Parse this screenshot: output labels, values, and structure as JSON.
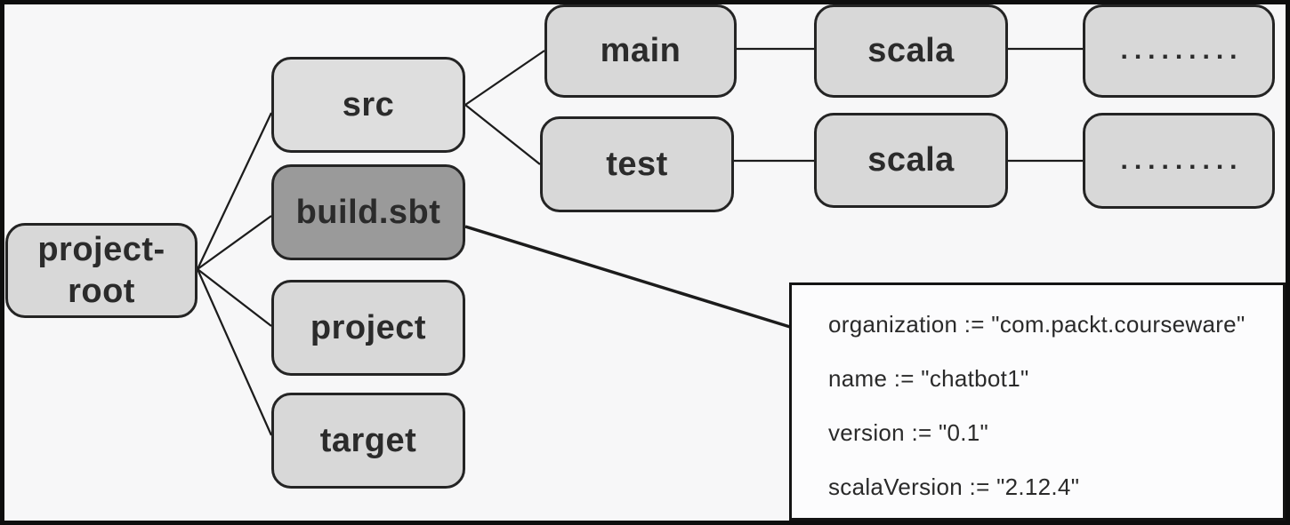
{
  "diagram": {
    "title_semantic": "sbt project directory structure",
    "nodes": {
      "project_root": "project-root",
      "src": "src",
      "build_sbt": "build.sbt",
      "project": "project",
      "target": "target",
      "main": "main",
      "test": "test",
      "scala_main": "scala",
      "scala_test": "scala",
      "dots_main": ".........",
      "dots_test": "........."
    },
    "code_box": {
      "lines": [
        "organization := \"com.packt.courseware\"",
        "name := \"chatbot1\"",
        "version := \"0.1\"",
        "scalaVersion := \"2.12.4\""
      ]
    },
    "colors": {
      "background": "#f7f7f8",
      "node_fill": "#d8d8d8",
      "src_fill": "#dedede",
      "highlight_fill": "#9a9a9a",
      "node_border": "#242424",
      "edge_stroke": "#1c1c1c",
      "code_box_fill": "#fcfcfd",
      "frame_border": "#0e0e0e",
      "text": "#2b2b2b"
    }
  }
}
